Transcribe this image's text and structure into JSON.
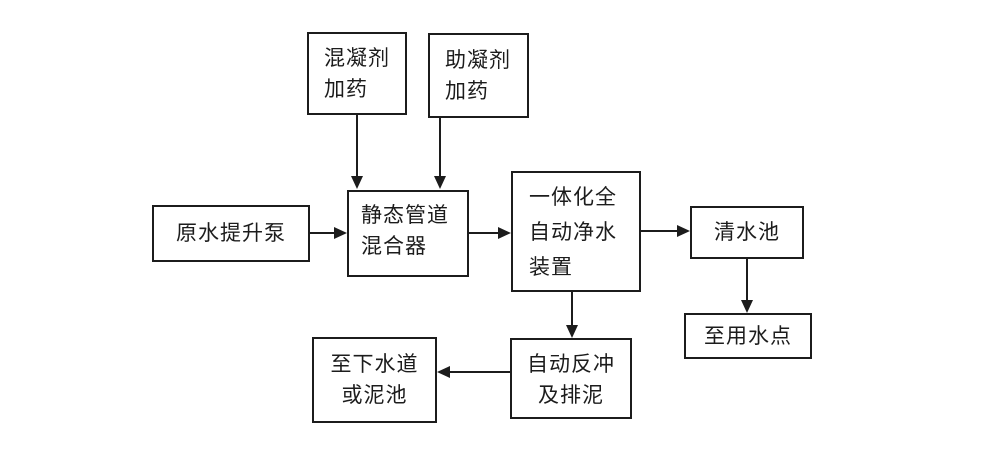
{
  "diagram": {
    "type": "flowchart",
    "colors": {
      "background": "#ffffff",
      "line": "#1c1c1c",
      "text": "#1c1c1c",
      "node_fill": "#ffffff"
    },
    "nodes": {
      "coagulant_dosing": {
        "lines": [
          "混凝剂",
          "加药"
        ]
      },
      "coagulant_aid_dosing": {
        "lines": [
          "助凝剂",
          "加药"
        ]
      },
      "raw_water_pump": {
        "label": "原水提升泵"
      },
      "static_pipe_mixer": {
        "lines": [
          "静态管道",
          "混合器"
        ]
      },
      "integrated_purifier": {
        "lines": [
          "一体化全",
          "自动净水",
          "装置"
        ]
      },
      "clear_water_tank": {
        "label": "清水池"
      },
      "to_water_point": {
        "label": "至用水点"
      },
      "auto_backwash": {
        "lines": [
          "自动反冲",
          "及排泥"
        ]
      },
      "to_sewer_or_sludge": {
        "lines": [
          "至下水道",
          "或泥池"
        ]
      }
    },
    "edges": [
      {
        "from": "coagulant_dosing",
        "to": "static_pipe_mixer",
        "direction": "down"
      },
      {
        "from": "coagulant_aid_dosing",
        "to": "static_pipe_mixer",
        "direction": "down"
      },
      {
        "from": "raw_water_pump",
        "to": "static_pipe_mixer",
        "direction": "right"
      },
      {
        "from": "static_pipe_mixer",
        "to": "integrated_purifier",
        "direction": "right"
      },
      {
        "from": "integrated_purifier",
        "to": "clear_water_tank",
        "direction": "right"
      },
      {
        "from": "clear_water_tank",
        "to": "to_water_point",
        "direction": "down"
      },
      {
        "from": "integrated_purifier",
        "to": "auto_backwash",
        "direction": "down"
      },
      {
        "from": "auto_backwash",
        "to": "to_sewer_or_sludge",
        "direction": "left"
      }
    ]
  }
}
